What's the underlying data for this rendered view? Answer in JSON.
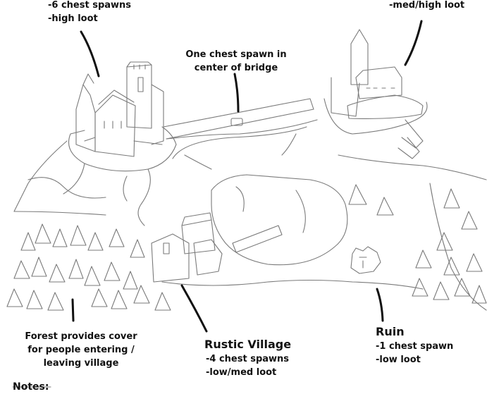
{
  "annotations": {
    "left_castle": {
      "lines": [
        "-6 chest spawns",
        "-high loot"
      ]
    },
    "right_castle": {
      "lines": [
        "-med/high loot"
      ]
    },
    "bridge": {
      "lines": [
        "One chest spawn in",
        "center of bridge"
      ]
    },
    "forest": {
      "lines": [
        "Forest provides cover",
        "for people entering /",
        "leaving village"
      ]
    },
    "village": {
      "title": "Rustic Village",
      "lines": [
        "-4 chest spawns",
        "-low/med loot"
      ]
    },
    "ruin": {
      "title": "Ruin",
      "lines": [
        "-1 chest spawn",
        "-low loot"
      ]
    }
  },
  "notes": {
    "label": "Notes:"
  },
  "colors": {
    "ink": "#111111",
    "pencil": "#6b6b6b",
    "paper": "#ffffff"
  }
}
